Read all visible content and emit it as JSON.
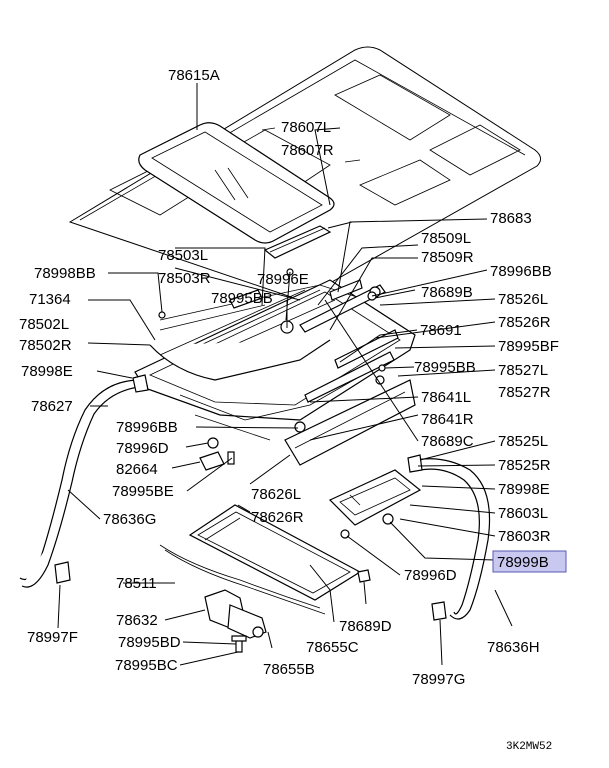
{
  "highlight_color": "#c8c8f0",
  "footer_code": "3K2MW52",
  "labels": {
    "l78615A": "78615A",
    "l78607L": "78607L",
    "l78607R": "78607R",
    "l78683": "78683",
    "l78509L": "78509L",
    "l78509R": "78509R",
    "l78503L": "78503L",
    "l78503R": "78503R",
    "l78996E": "78996E",
    "l78996BB_top": "78996BB",
    "l78998BB": "78998BB",
    "l78995BB_top": "78995BB",
    "l78689B": "78689B",
    "l71364": "71364",
    "l78526L": "78526L",
    "l78526R": "78526R",
    "l78502L": "78502L",
    "l78502R": "78502R",
    "l78691": "78691",
    "l78995BF": "78995BF",
    "l78998E_left": "78998E",
    "l78995BB_mid": "78995BB",
    "l78527L": "78527L",
    "l78527R": "78527R",
    "l78627": "78627",
    "l78641L": "78641L",
    "l78641R": "78641R",
    "l78996BB_mid": "78996BB",
    "l78689C": "78689C",
    "l78996D_left": "78996D",
    "l78525L": "78525L",
    "l82664": "82664",
    "l78525R": "78525R",
    "l78995BE": "78995BE",
    "l78626L": "78626L",
    "l78998E_right": "78998E",
    "l78636G": "78636G",
    "l78626R": "78626R",
    "l78603L": "78603L",
    "l78603R": "78603R",
    "l78999B": "78999B",
    "l78511": "78511",
    "l78996D_right": "78996D",
    "l78632": "78632",
    "l78689D": "78689D",
    "l78995BD": "78995BD",
    "l78655C": "78655C",
    "l78636H": "78636H",
    "l78997F": "78997F",
    "l78995BC": "78995BC",
    "l78655B": "78655B",
    "l78997G": "78997G"
  }
}
